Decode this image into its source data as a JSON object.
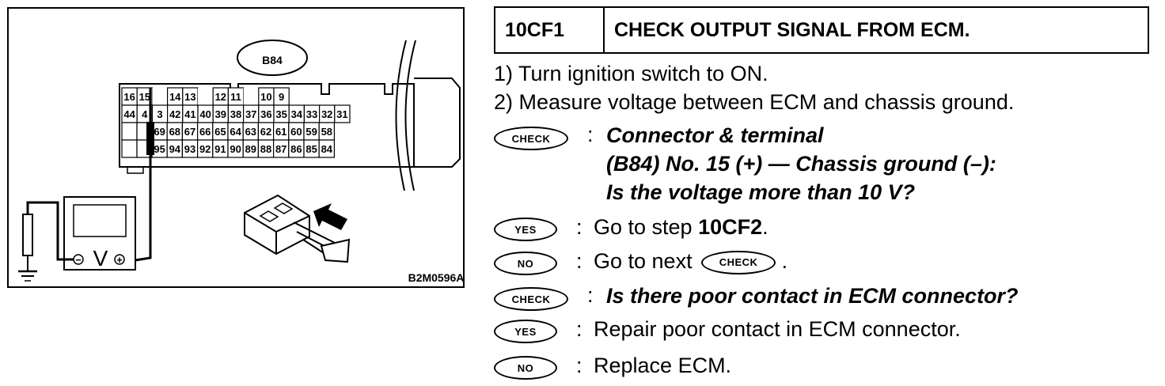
{
  "diagram": {
    "connector_label": "B84",
    "figure_id": "B2M0596A",
    "voltmeter_symbol": "V",
    "minus_symbol": "−",
    "plus_symbol": "+",
    "pins_row1": [
      "16",
      "15",
      "",
      "14",
      "13",
      "",
      "12",
      "11",
      "",
      "10",
      "9"
    ],
    "pins_row2": [
      "44",
      "4",
      "3",
      "42",
      "41",
      "40",
      "39",
      "38",
      "37",
      "36",
      "35",
      "34",
      "33",
      "32",
      "31"
    ],
    "pins_row3": [
      "69",
      "68",
      "67",
      "66",
      "65",
      "64",
      "63",
      "62",
      "61",
      "60",
      "59",
      "58"
    ],
    "pins_row4": [
      "95",
      "94",
      "93",
      "92",
      "91",
      "90",
      "89",
      "88",
      "87",
      "86",
      "85",
      "84"
    ]
  },
  "step": {
    "id": "10CF1",
    "title": "CHECK OUTPUT SIGNAL FROM ECM."
  },
  "instructions": [
    "1)  Turn ignition switch to ON.",
    "2)  Measure voltage between ECM and chassis ground."
  ],
  "badges": {
    "check": "CHECK",
    "yes": "YES",
    "no": "NO"
  },
  "check1": {
    "line1": "Connector & terminal",
    "line2": "(B84) No. 15 (+) — Chassis ground (–):",
    "line3": "Is the voltage more than 10 V?"
  },
  "yes1": {
    "prefix": "Go to step ",
    "target": "10CF2",
    "suffix": "."
  },
  "no1": {
    "prefix": "Go to next",
    "suffix": "."
  },
  "check2": {
    "text": "Is there poor contact in ECM connector?"
  },
  "yes2": {
    "text": "Repair poor contact in ECM connector."
  },
  "no2": {
    "text": "Replace ECM."
  }
}
